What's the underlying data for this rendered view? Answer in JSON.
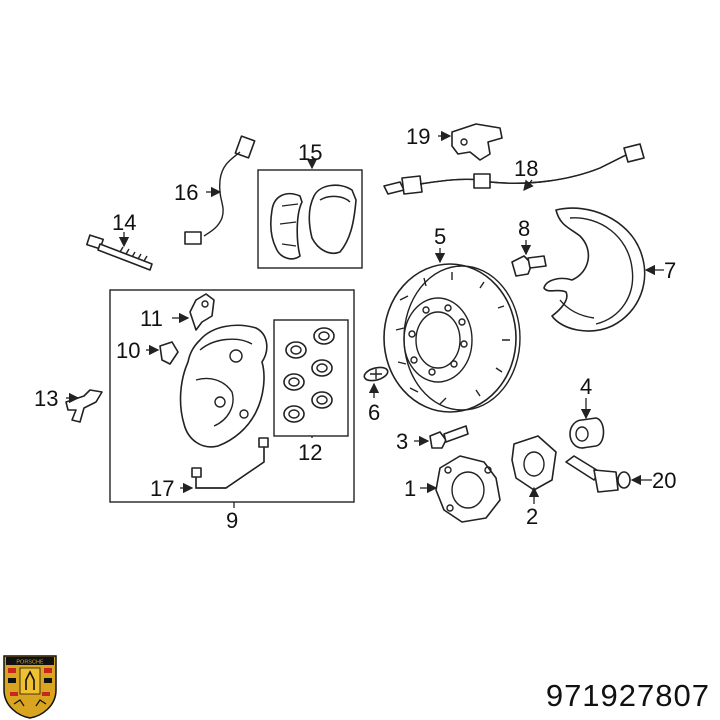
{
  "callouts": {
    "c1": "1",
    "c2": "2",
    "c3": "3",
    "c4": "4",
    "c5": "5",
    "c6": "6",
    "c7": "7",
    "c8": "8",
    "c9": "9",
    "c10": "10",
    "c11": "11",
    "c12": "12",
    "c13": "13",
    "c14": "14",
    "c15": "15",
    "c16": "16",
    "c17": "17",
    "c18": "18",
    "c19": "19",
    "c20": "20"
  },
  "part_number": "971927807",
  "logo": {
    "text": "PORSCHE",
    "colors": {
      "gold": "#d9a520",
      "red": "#c8261e",
      "black": "#111111"
    }
  }
}
